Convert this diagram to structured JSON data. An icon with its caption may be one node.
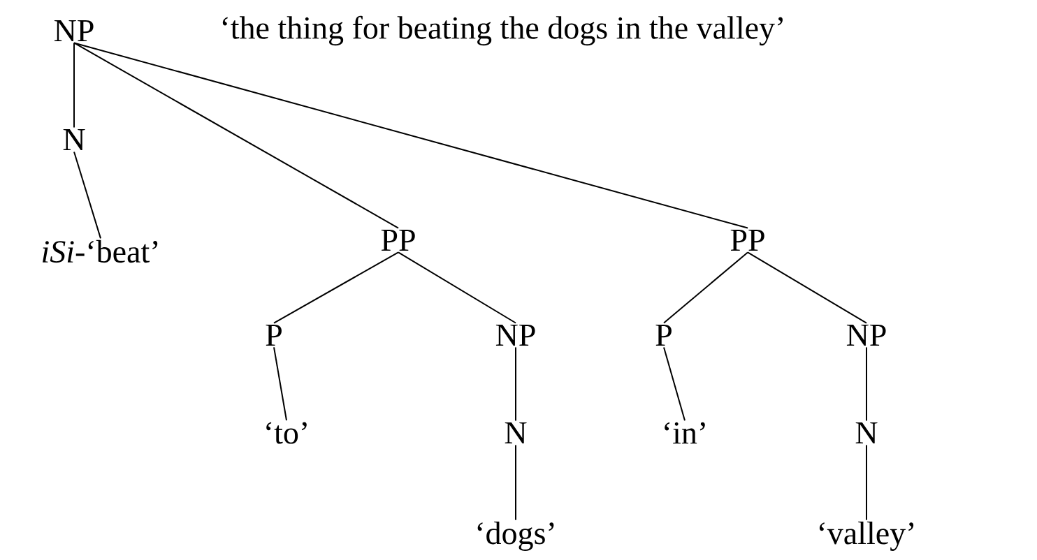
{
  "diagram": {
    "nodes": [
      {
        "text": [
          "NP"
        ]
      },
      {
        "text": [
          "N"
        ]
      },
      {
        "text": [
          "*iSi*-‘beat’"
        ]
      },
      {
        "text": [
          "PP"
        ]
      },
      {
        "text": [
          "P"
        ]
      },
      {
        "text": [
          "NP"
        ]
      },
      {
        "text": [
          "‘to’"
        ]
      },
      {
        "text": [
          "N"
        ]
      },
      {
        "text": [
          "‘dogs’"
        ]
      },
      {
        "text": [
          "PP"
        ]
      },
      {
        "text": [
          "P"
        ]
      },
      {
        "text": [
          "NP"
        ]
      },
      {
        "text": [
          "‘in’"
        ]
      },
      {
        "text": [
          "N"
        ]
      },
      {
        "text": [
          "‘valley’"
        ]
      }
    ],
    "edges": [
      {
        "from": 0,
        "to": 1,
        "arrow": "none"
      },
      {
        "from": 1,
        "to": 2,
        "arrow": "none"
      },
      {
        "from": 0,
        "to": 3,
        "arrow": "none"
      },
      {
        "from": 0,
        "to": 9,
        "arrow": "none"
      },
      {
        "from": 3,
        "to": 4,
        "arrow": "none"
      },
      {
        "from": 3,
        "to": 5,
        "arrow": "none"
      },
      {
        "from": 4,
        "to": 6,
        "arrow": "none"
      },
      {
        "from": 5,
        "to": 7,
        "arrow": "none"
      },
      {
        "from": 7,
        "to": 8,
        "arrow": "none"
      },
      {
        "from": 9,
        "to": 10,
        "arrow": "none"
      },
      {
        "from": 9,
        "to": 11,
        "arrow": "none"
      },
      {
        "from": 10,
        "to": 12,
        "arrow": "none"
      },
      {
        "from": 11,
        "to": 13,
        "arrow": "none"
      },
      {
        "from": 13,
        "to": 14,
        "arrow": "none"
      }
    ],
    "labels": [
      "‘the thing for beating the dogs in the valley’"
    ]
  }
}
